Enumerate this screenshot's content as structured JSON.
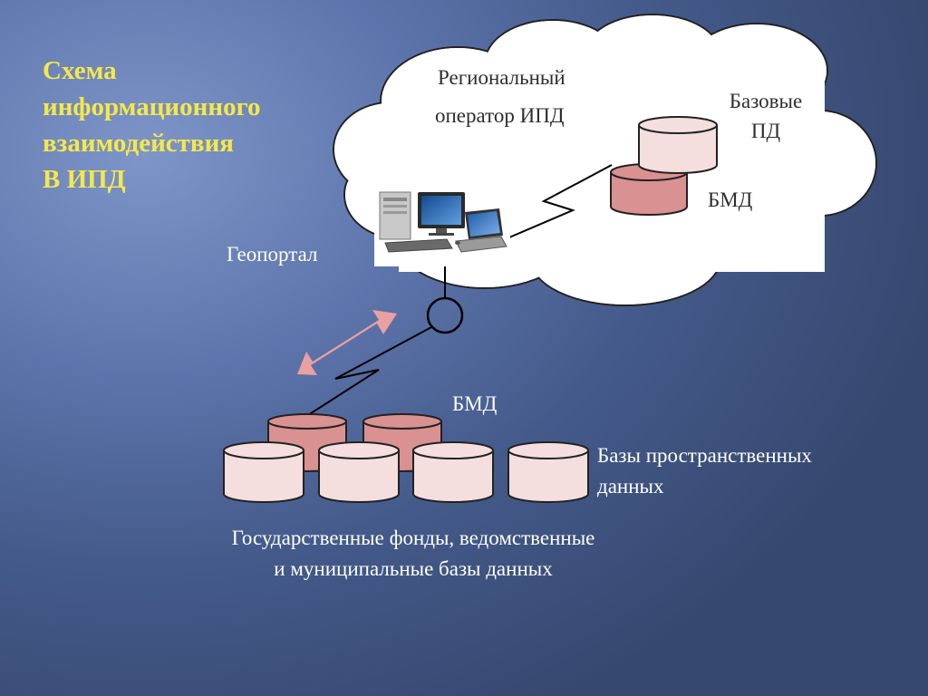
{
  "title": {
    "lines": [
      "Схема",
      "информационного",
      "взаимодействия",
      "В ИПД"
    ]
  },
  "cloud": {
    "operator_line1": "Региональный",
    "operator_line2": "оператор ИПД",
    "base_line1": "Базовые",
    "base_line2": "ПД",
    "bmd": "БМД"
  },
  "geoportal": "Геопортал",
  "lower": {
    "bmd": "БМД",
    "spatial_line1": "Базы пространственных",
    "spatial_line2": "данных",
    "caption_line1": "Государственные фонды, ведомственные",
    "caption_line2": "и муниципальные базы данных"
  },
  "colors": {
    "title": "#f4e84a",
    "db_light": "#f4dede",
    "db_pink": "#d99191",
    "arrow": "#e8a0a0",
    "cloud_fill": "#ffffff"
  },
  "icons": [
    "database-icon",
    "computer-workstation-icon",
    "laptop-icon",
    "connection-node-icon",
    "bidirectional-arrow-icon"
  ]
}
